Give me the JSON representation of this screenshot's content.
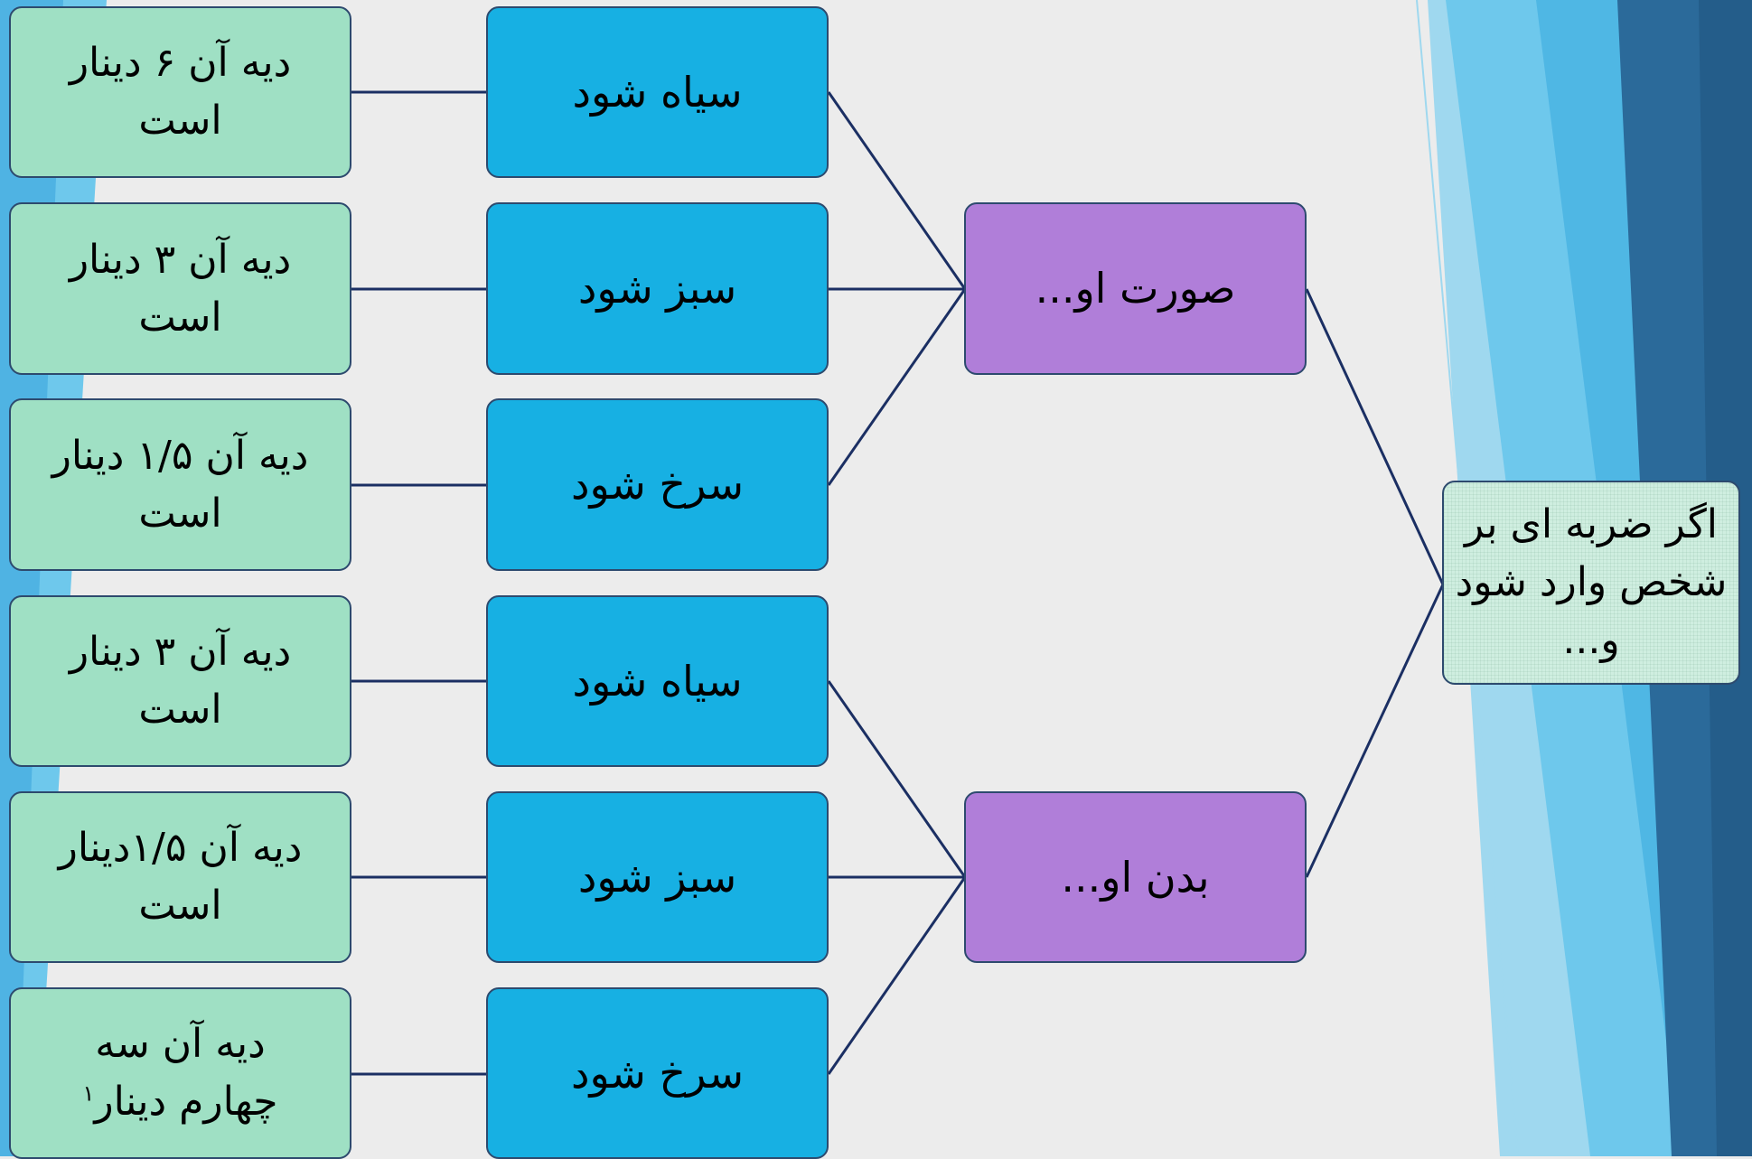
{
  "colors": {
    "background": "#ececec",
    "leaf": "#9fe0c4",
    "middle": "#17b0e3",
    "category": "#b07ed9",
    "root": "#cfeee0",
    "connector": "#1b2f63",
    "decor_light": "#6ec8ec",
    "decor_dark": "#2b6a9a"
  },
  "root": {
    "text": "اگر ضربه ای بر شخص وارد شود و..."
  },
  "categories": [
    {
      "label": "صورت  او..."
    },
    {
      "label": "بدن او..."
    }
  ],
  "middle": [
    {
      "label": "سیاه شود"
    },
    {
      "label": "سبز شود"
    },
    {
      "label": "سرخ شود"
    },
    {
      "label": "سیاه شود"
    },
    {
      "label": "سبز شود"
    },
    {
      "label": "سرخ شود"
    }
  ],
  "leaves": [
    {
      "text": "دیه آن ۶ دینار است"
    },
    {
      "text": "دیه آن ۳ دینار است"
    },
    {
      "text": "دیه آن ۱/۵ دینار است"
    },
    {
      "text": "دیه آن ۳ دینار است"
    },
    {
      "text": "دیه آن ۱/۵دینار است"
    },
    {
      "text": "دیه آن سه چهارم دینار",
      "footnote": "۱"
    }
  ]
}
